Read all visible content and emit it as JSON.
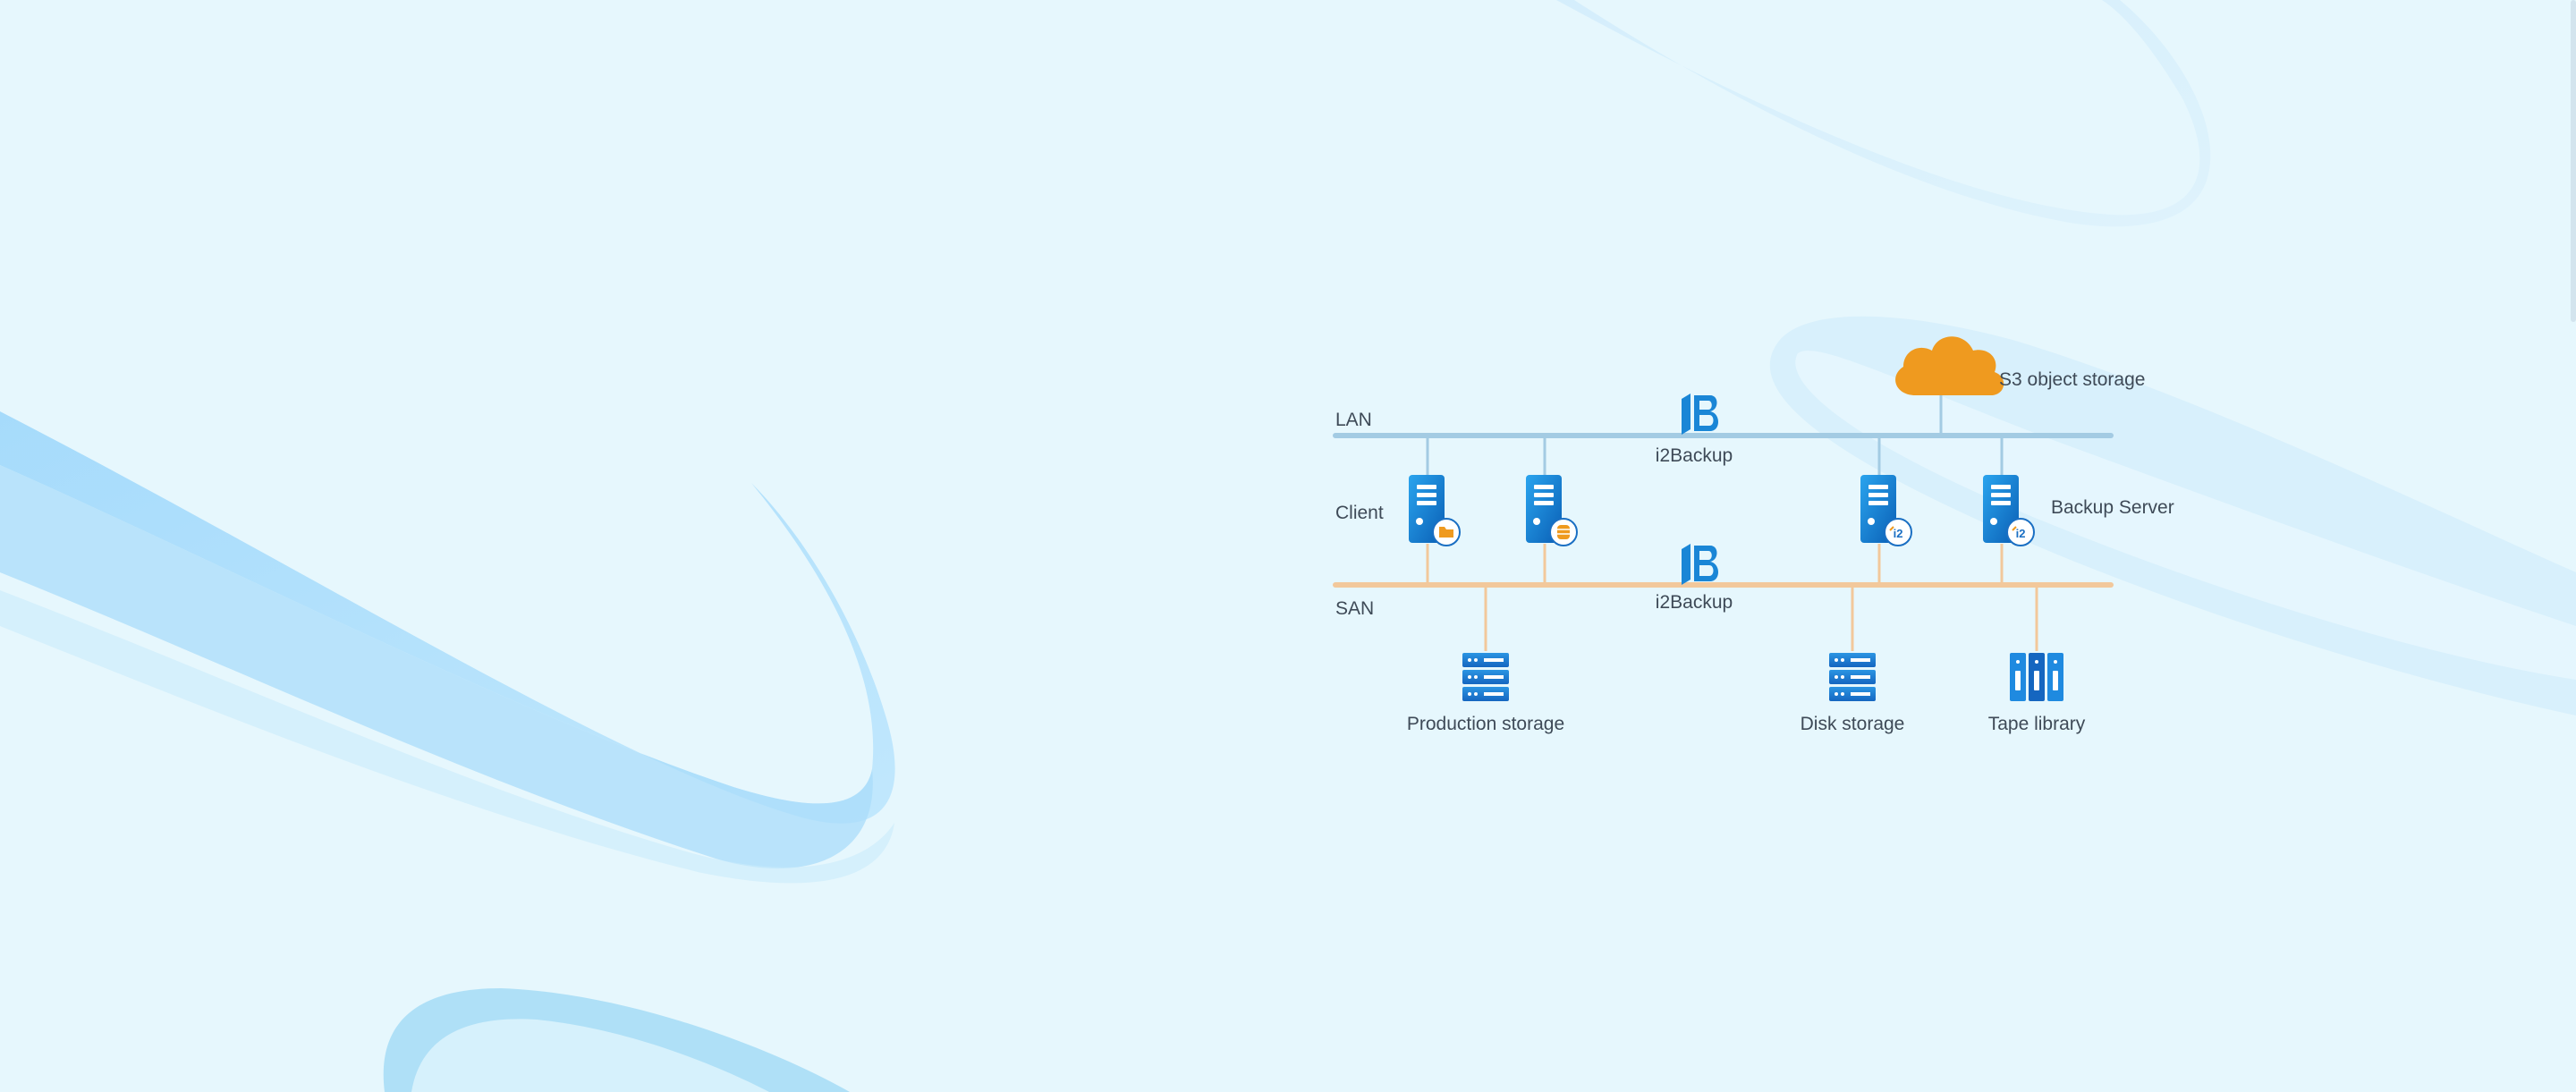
{
  "diagram": {
    "labels": {
      "lan": "LAN",
      "san": "SAN",
      "client": "Client",
      "i2backup_lan": "i2Backup",
      "i2backup_san": "i2Backup",
      "backup_server": "Backup Server",
      "s3": "S3 object storage",
      "production_storage": "Production storage",
      "disk_storage": "Disk storage",
      "tape_library": "Tape library"
    },
    "server_badges": [
      "i2",
      "i2"
    ],
    "colors": {
      "lan_line": "#a3cbe3",
      "san_line": "#f2c89b",
      "server_blue": "#0e7fd0",
      "storage_blue": "#1f7fd4",
      "cloud_orange": "#ef9a1f",
      "background": "#e6f7fd"
    },
    "icons": [
      "cloud-icon",
      "i2backup-logo-icon",
      "server-icon",
      "folder-badge-icon",
      "database-badge-icon",
      "i2-badge-icon",
      "storage-array-icon",
      "tape-library-icon"
    ]
  }
}
